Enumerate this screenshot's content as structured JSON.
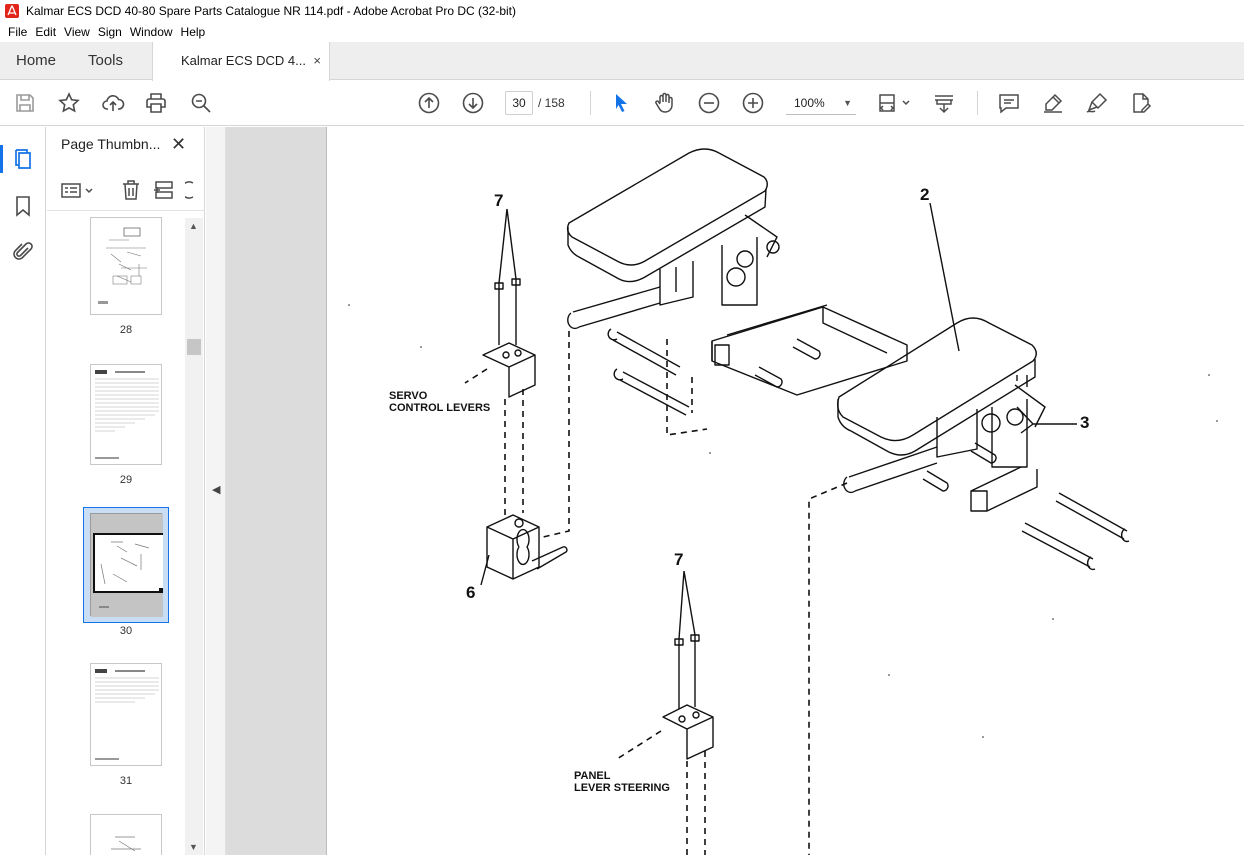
{
  "window": {
    "title": "Kalmar ECS DCD 40-80 Spare Parts Catalogue NR 114.pdf - Adobe Acrobat Pro DC (32-bit)"
  },
  "menu": {
    "items": [
      "File",
      "Edit",
      "View",
      "Sign",
      "Window",
      "Help"
    ]
  },
  "tabs": {
    "home": "Home",
    "tools": "Tools",
    "document": "Kalmar ECS DCD 4...",
    "close": "×"
  },
  "toolbar": {
    "current_page": "30",
    "total_pages": "/ 158",
    "zoom": "100%",
    "zoom_caret": "▼"
  },
  "sidebar": {
    "panel_title": "Page Thumbn...",
    "panel_close": "✕",
    "thumbnails": [
      {
        "label": "28",
        "selected": false
      },
      {
        "label": "29",
        "selected": false
      },
      {
        "label": "30",
        "selected": true
      },
      {
        "label": "31",
        "selected": false
      }
    ]
  },
  "document": {
    "callouts": {
      "seven_top": "7",
      "two": "2",
      "three": "3",
      "six": "6",
      "seven_bottom": "7",
      "servo_line1": "SERVO",
      "servo_line2": "CONTROL LEVERS",
      "panel_line1": "PANEL",
      "panel_line2": "LEVER STEERING"
    }
  },
  "colors": {
    "accent": "#1473e6",
    "viewer_bg": "#dcdcdc",
    "icon": "#4b4b4b"
  }
}
